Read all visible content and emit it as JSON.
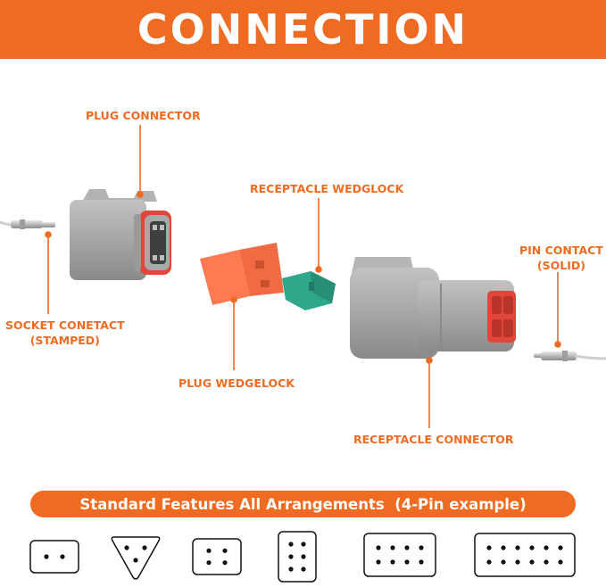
{
  "header": {
    "title": "CONNECTION"
  },
  "callouts": {
    "plug_connector": "PLUG CONNECTOR",
    "receptacle_wedgelock": "RECEPTACLE WEDGLOCK",
    "pin_contact_line1": "PIN CONTACT",
    "pin_contact_line2": "(SOLID)",
    "socket_contact_line1": "SOCKET CONETACT",
    "socket_contact_line2": "(STAMPED)",
    "plug_wedgelock": "PLUG WEDGELOCK",
    "receptacle_connector": "RECEPTACLE CONNECTOR"
  },
  "features": {
    "title": "Standard Features All Arrangements",
    "example": "(4-Pin example)"
  },
  "colors": {
    "accent": "#f06b22",
    "connector_gray": "#a3a3a3",
    "seal_red": "#e0473a",
    "wedgelock_orange": "#ff7a52",
    "wedgelock_green": "#2fa889"
  },
  "arrangements": [
    {
      "shape": "rect",
      "pins": 2
    },
    {
      "shape": "triangle",
      "pins": 3
    },
    {
      "shape": "rect",
      "pins": 4
    },
    {
      "shape": "rect",
      "pins": 6
    },
    {
      "shape": "rect",
      "pins": 8
    },
    {
      "shape": "rect",
      "pins": 12
    }
  ]
}
